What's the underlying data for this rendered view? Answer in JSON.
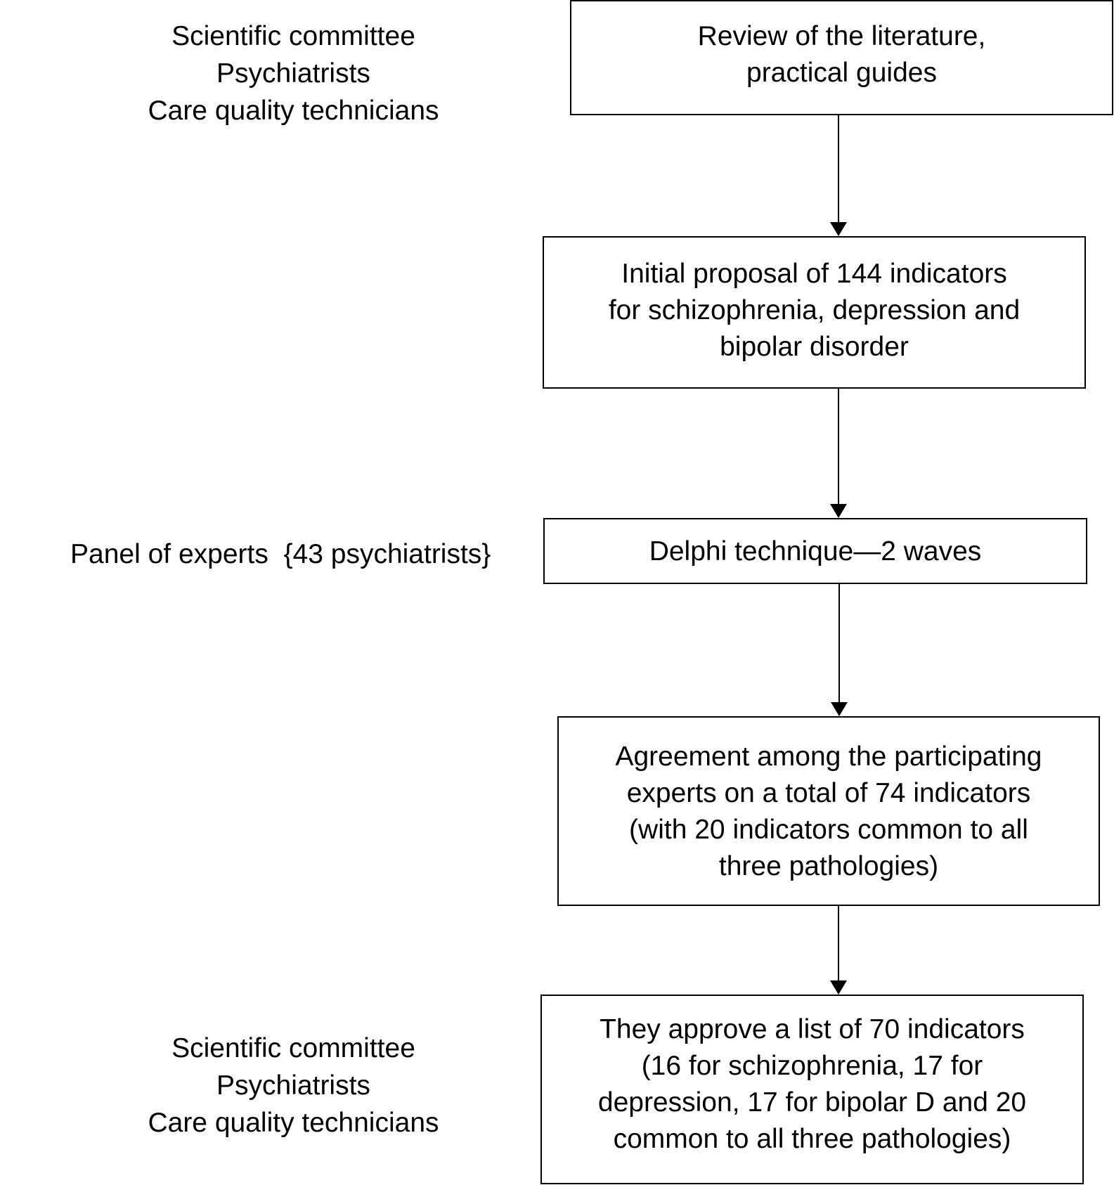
{
  "left_labels": {
    "top_committee": [
      "Scientific committee",
      "Psychiatrists",
      "Care quality technicians"
    ],
    "panel": "Panel of experts  {43 psychiatrists}",
    "bottom_committee": [
      "Scientific committee",
      "Psychiatrists",
      "Care quality technicians"
    ]
  },
  "steps": [
    {
      "lines": [
        "Review of the literature,",
        "practical guides"
      ]
    },
    {
      "lines": [
        "Initial proposal of 144 indicators",
        "for schizophrenia, depression and",
        "bipolar disorder"
      ]
    },
    {
      "lines": [
        "Delphi technique—2 waves"
      ]
    },
    {
      "lines": [
        "Agreement among the participating",
        "experts on a total of 74 indicators",
        "(with 20 indicators common to all",
        "three pathologies)"
      ]
    },
    {
      "lines": [
        "They approve a list of 70 indicators",
        "(16 for schizophrenia, 17 for",
        "depression, 17 for bipolar D and 20",
        "common to all three pathologies)"
      ]
    }
  ],
  "colors": {
    "line": "#000000",
    "background": "#ffffff"
  }
}
